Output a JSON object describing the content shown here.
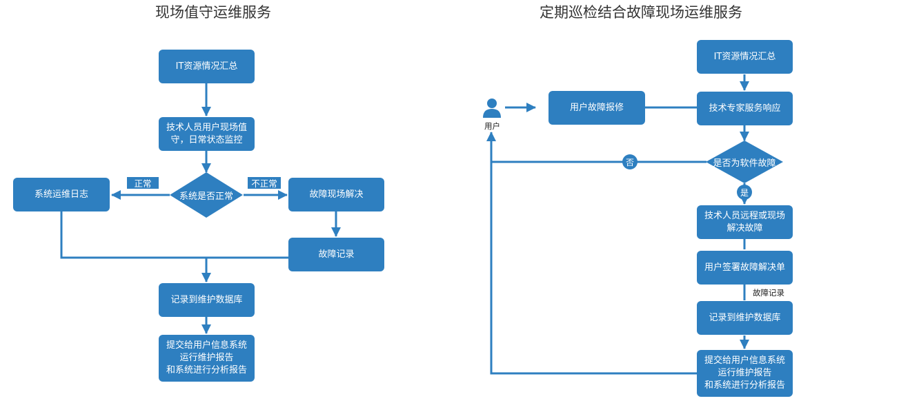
{
  "left": {
    "title": "现场值守运维服务",
    "it_summary": "IT资源情况汇总",
    "onsite_duty": "技术人员用户现场值\n守，日常状态监控",
    "decision": "系统是否正常",
    "label_normal": "正常",
    "label_abnormal": "不正常",
    "ops_log": "系统运维日志",
    "onsite_resolve": "故障现场解决",
    "fault_record": "故障记录",
    "record_db": "记录到维护数据库",
    "submit_report": "提交给用户信息系统\n运行维护报告\n和系统进行分析报告"
  },
  "right": {
    "title": "定期巡检结合故障现场运维服务",
    "it_summary": "IT资源情况汇总",
    "user_label": "用户",
    "user_report": "用户故障报修",
    "expert_response": "技术专家服务响应",
    "decision": "是否为软件故障",
    "label_no": "否",
    "label_yes": "是",
    "remote_resolve": "技术人员远程或现场\n解决故障",
    "user_sign": "用户签署故障解决单",
    "fault_record_label": "故障记录",
    "record_db": "记录到维护数据库",
    "submit_report": "提交给用户信息系统\n运行维护报告\n和系统进行分析报告"
  },
  "colors": {
    "primary": "#2e7fc0",
    "text_dark": "#333333"
  }
}
